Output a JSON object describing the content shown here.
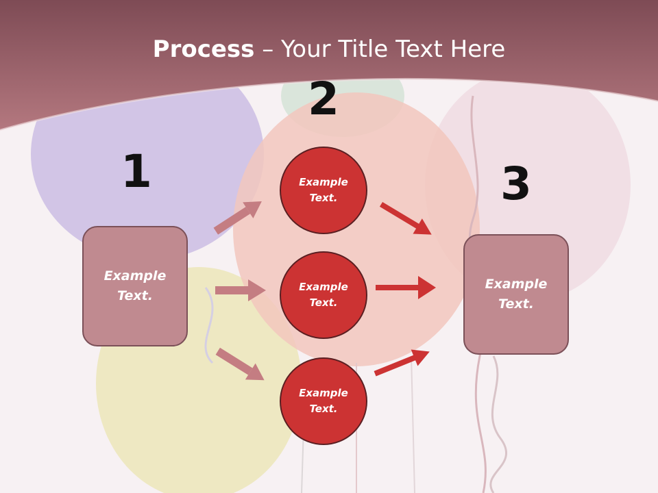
{
  "title": {
    "bold": "Process",
    "dash": " – ",
    "rest": "Your Title Text Here"
  },
  "steps": {
    "one": "1",
    "two": "2",
    "three": "3"
  },
  "left_box": {
    "line1": "Example",
    "line2": "Text."
  },
  "right_box": {
    "line1": "Example",
    "line2": "Text."
  },
  "circles": [
    {
      "line1": "Example",
      "line2": "Text."
    },
    {
      "line1": "Example",
      "line2": "Text."
    },
    {
      "line1": "Example",
      "line2": "Text."
    }
  ],
  "colors": {
    "header": "#a86872",
    "box": "#c08a90",
    "circle": "#cc3333",
    "arrow_left": "#c47d82",
    "arrow_right": "#cc3333"
  }
}
